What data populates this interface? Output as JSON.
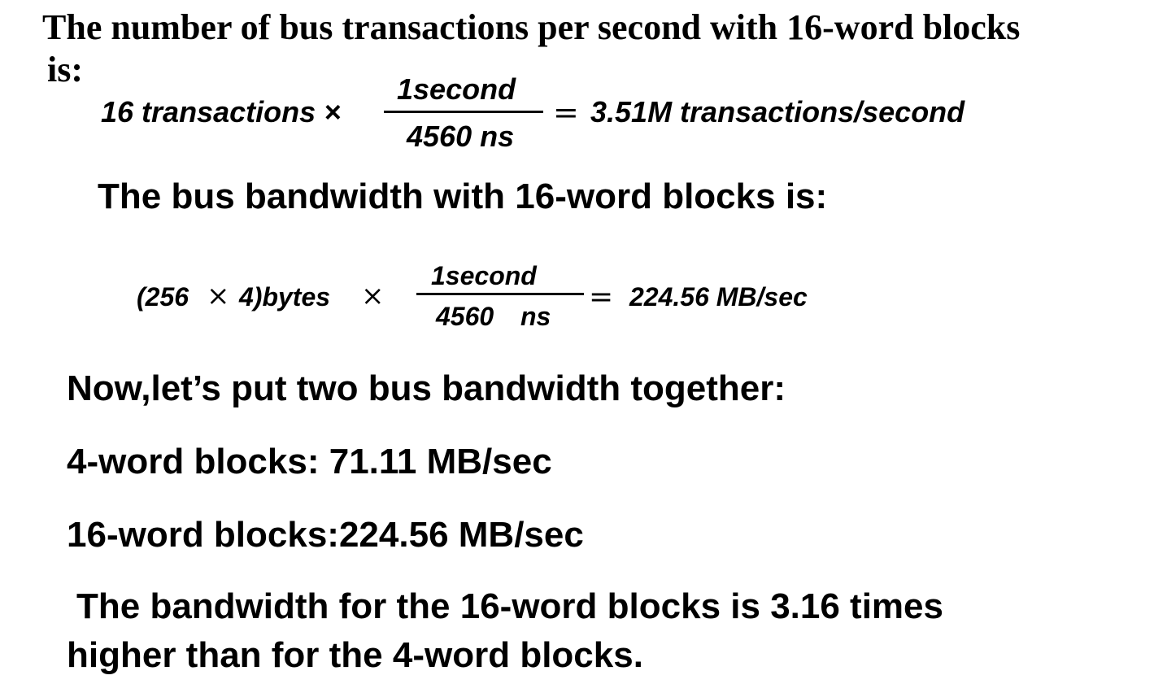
{
  "intro": {
    "line1": "The number of bus transactions per second with 16-word blocks",
    "line2": "is:"
  },
  "equation1": {
    "left": "16 transactions ×",
    "numerator": "1second",
    "denominator": "4560 ns",
    "equals": "=",
    "right": "3.51M transactions/second"
  },
  "bandwidth_heading": "The bus bandwidth with 16-word blocks is:",
  "equation2": {
    "open": "(256",
    "times_inner": "×",
    "close": "4)bytes",
    "times_outer": "×",
    "numerator": "1second",
    "denominator_value": "4560",
    "denominator_unit": "ns",
    "equals": "=",
    "right": "224.56 MB/sec"
  },
  "compare_heading": "Now,let’s put two bus bandwidth together:",
  "line_4word": "4-word blocks: 71.11 MB/sec",
  "line_16word": "16-word blocks:224.56 MB/sec",
  "conclusion": {
    "line1": "The bandwidth for the 16-word blocks is 3.16 times",
    "line2": "higher than for the 4-word blocks."
  }
}
